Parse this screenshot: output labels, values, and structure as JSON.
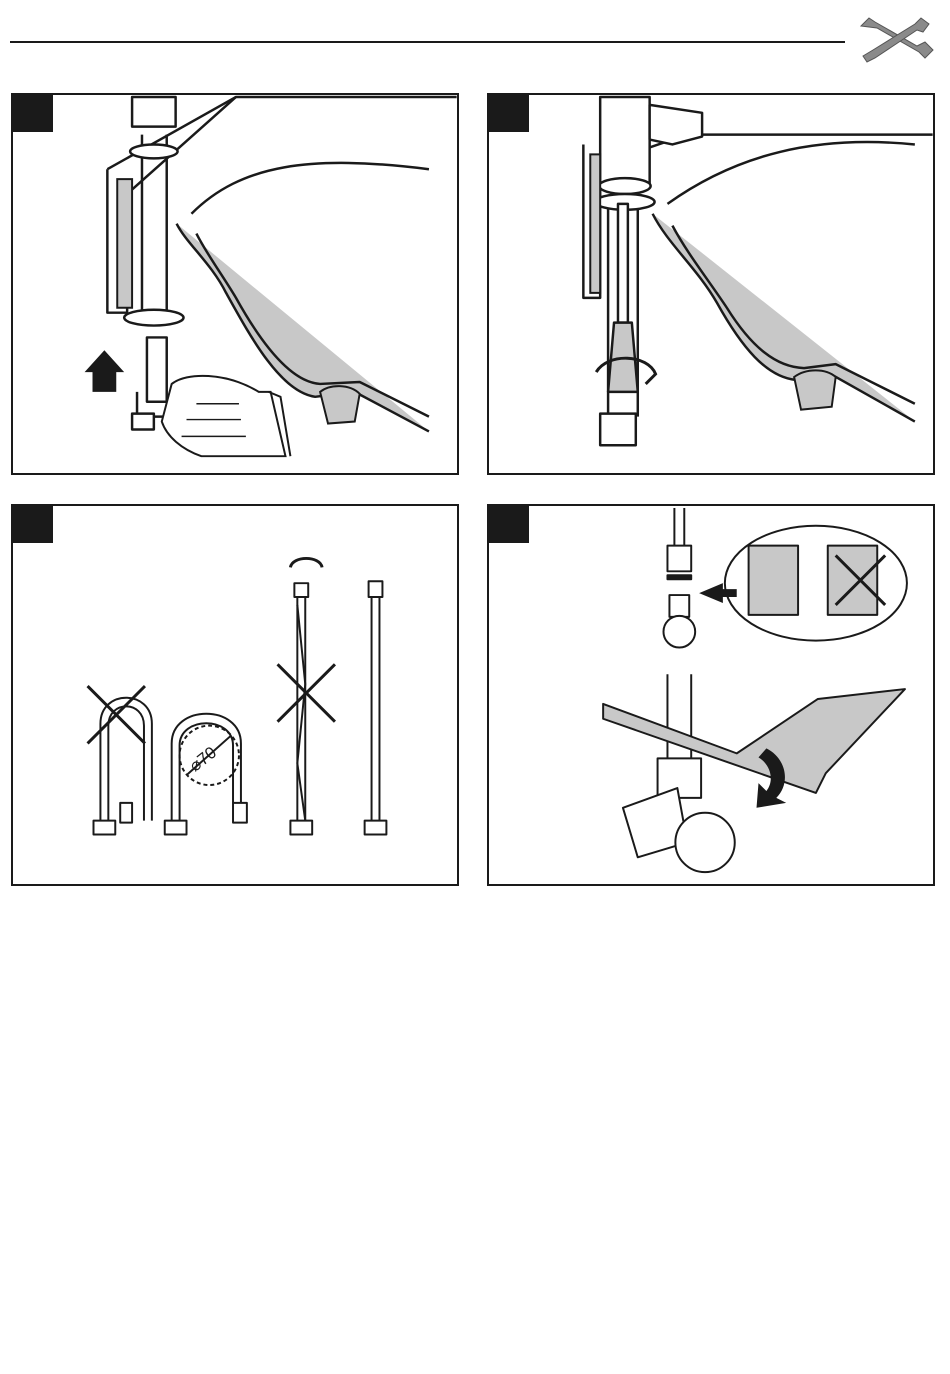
{
  "header": {
    "tools_icon": "wrench-screwdriver-icon"
  },
  "steps": [
    {
      "badge": "",
      "illustration": "hold-hoses-push-up"
    },
    {
      "badge": "",
      "illustration": "screwdriver-tighten-nut"
    },
    {
      "badge": "",
      "illustration": "hose-bending-radius"
    },
    {
      "badge": "",
      "illustration": "connect-hose-to-valve"
    }
  ],
  "panel3": {
    "bend_label": "⌀70"
  },
  "colors": {
    "ink": "#1a1a1a",
    "fill_gray": "#c8c8c8",
    "paper": "#ffffff"
  }
}
